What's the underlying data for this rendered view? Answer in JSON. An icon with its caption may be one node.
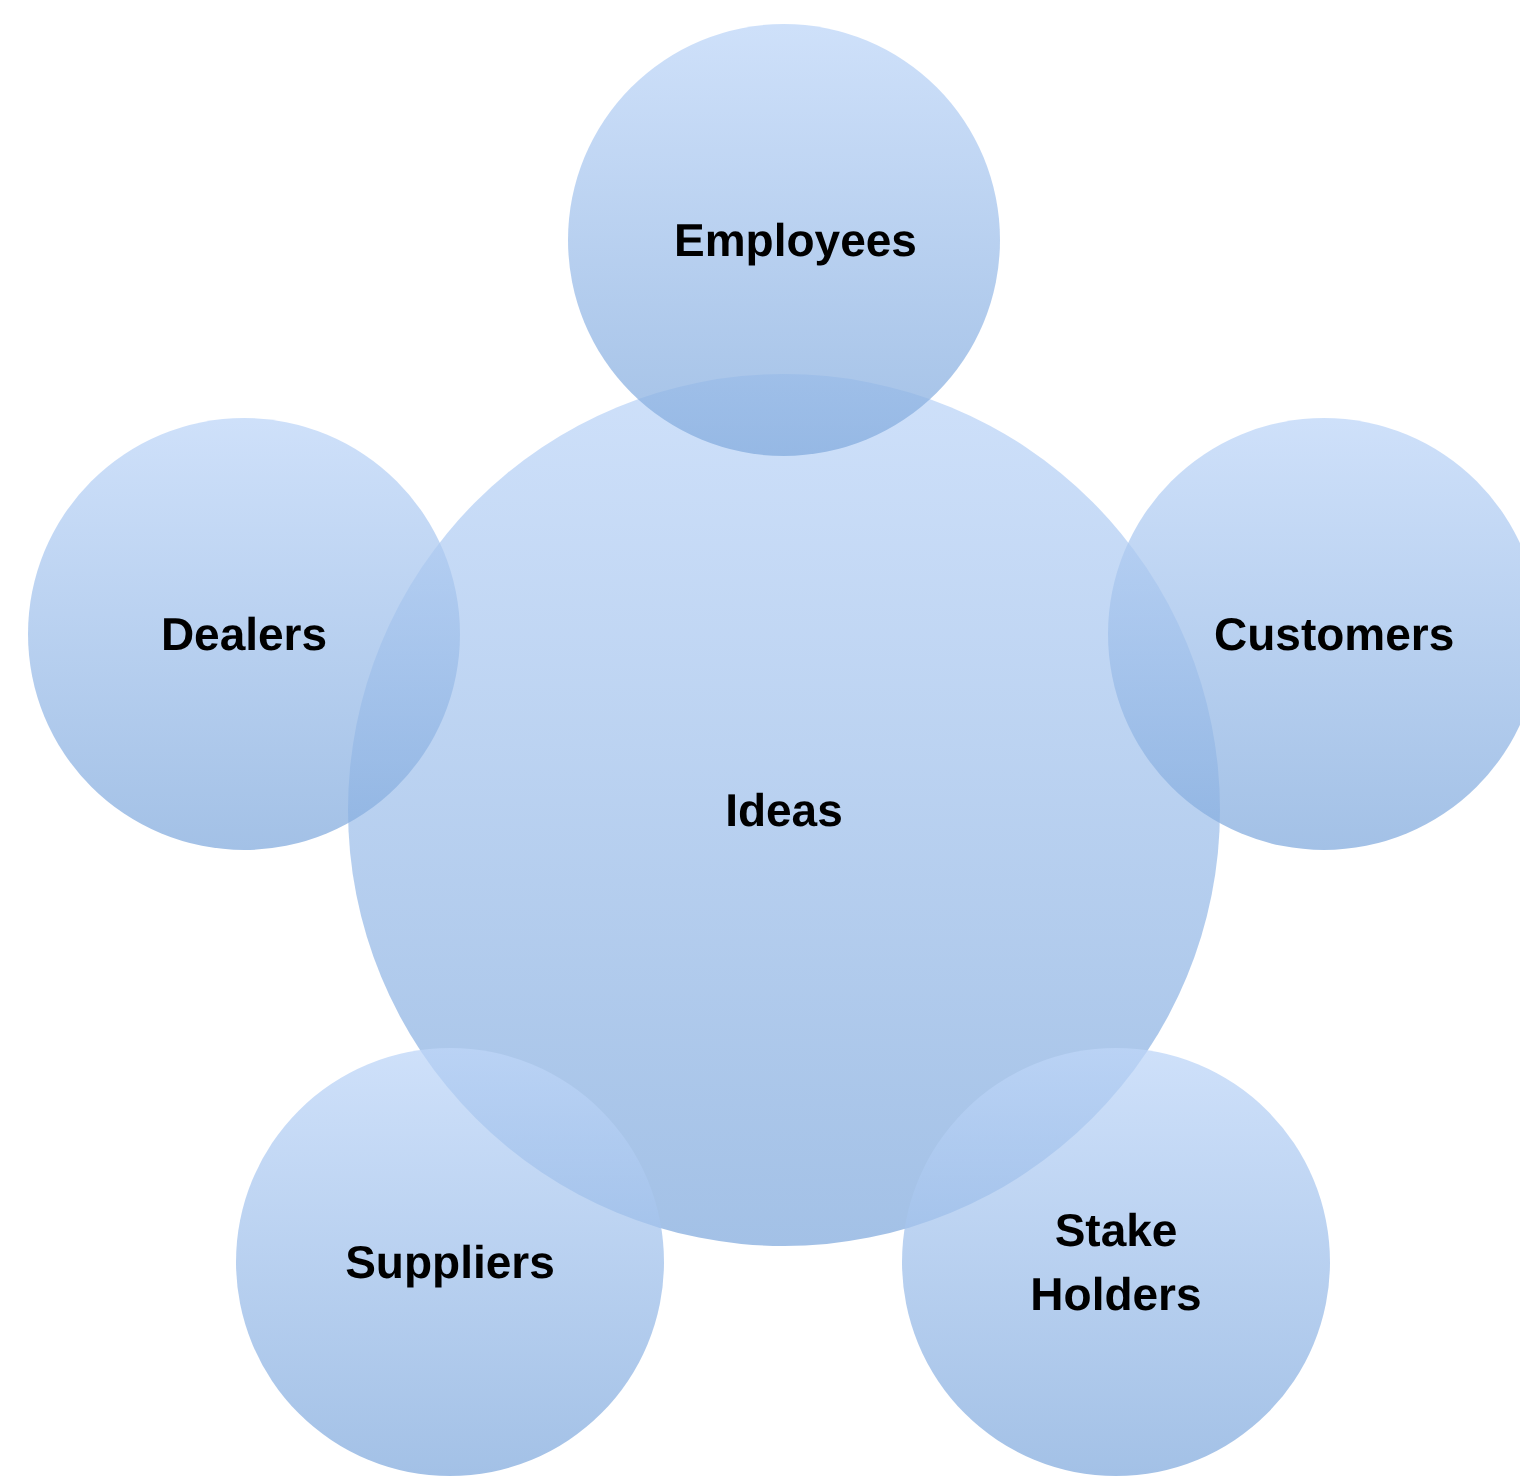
{
  "diagram": {
    "nodes": [
      {
        "text": [
          "Employees"
        ]
      },
      {
        "text": [
          "Dealers"
        ]
      },
      {
        "text": [
          "Ideas"
        ]
      },
      {
        "text": [
          "Customers"
        ]
      },
      {
        "text": [
          "Suppliers"
        ]
      },
      {
        "text": [
          "Stake Holders"
        ]
      }
    ]
  }
}
